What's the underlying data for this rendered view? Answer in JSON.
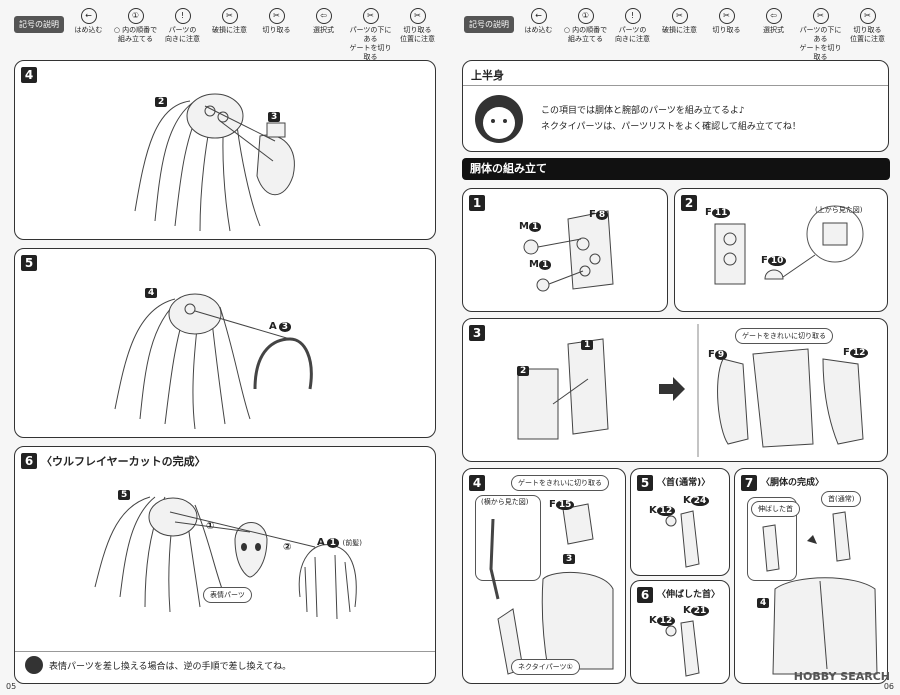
{
  "legend": {
    "tag": "記号の説明",
    "items": [
      {
        "icon": "←",
        "label": "はめ込む"
      },
      {
        "icon": "①",
        "label": "○ 内の順番で\n組み立てる"
      },
      {
        "icon": "!",
        "label": "パーツの\n向きに注意"
      },
      {
        "icon": "✂",
        "label": "破損に注意"
      },
      {
        "icon": "✂",
        "label": "切り取る"
      },
      {
        "icon": "⇦",
        "label": "選択式"
      },
      {
        "icon": "✂",
        "label": "パーツの下にある\nゲートを切り取る"
      },
      {
        "icon": "✂",
        "label": "切り取る\n位置に注意"
      }
    ]
  },
  "left": {
    "step4": {
      "num": "4",
      "callout_a": "2",
      "callout_b": "3"
    },
    "step5": {
      "num": "5",
      "callout_a": "4",
      "callout_b": "A",
      "callout_b_n": "3"
    },
    "step6": {
      "num": "6",
      "title": "〈ウルフレイヤーカットの完成〉",
      "callout": "5",
      "o1": "①",
      "o2": "②",
      "part": "A",
      "part_n": "1",
      "bangs": "(前髪)",
      "face": "表情パーツ",
      "note": "表情パーツを差し換える場合は、逆の手順で差し換えてね。"
    },
    "page_no": "05"
  },
  "right": {
    "intro": {
      "title": "上半身",
      "line1": "この項目では胴体と腕部のパーツを組み立てるよ♪",
      "line2": "ネクタイパーツは、パーツリストをよく確認して組み立ててね！"
    },
    "section": "胴体の組み立て",
    "s1": {
      "num": "1",
      "M1": "M",
      "M1n": "1",
      "F8": "F",
      "F8n": "8",
      "M2": "M",
      "M2n": "1"
    },
    "s2": {
      "num": "2",
      "F11": "F",
      "F11n": "11",
      "F10": "F",
      "F10n": "10",
      "view": "(上から見た図)"
    },
    "s3": {
      "num": "3",
      "c1": "1",
      "c2": "2",
      "gate": "ゲートをきれいに切り取る",
      "F9": "F",
      "F9n": "9",
      "F12": "F",
      "F12n": "12"
    },
    "s4": {
      "num": "4",
      "gate": "ゲートをきれいに切り取る",
      "side": "(横から見た図)",
      "F15": "F",
      "F15n": "15",
      "c3": "3",
      "tie": "ネクタイパーツ①"
    },
    "s5": {
      "num": "5",
      "title": "〈首(通常)〉",
      "K12": "K",
      "K12n": "12",
      "K24": "K",
      "K24n": "24"
    },
    "s6": {
      "num": "6",
      "title": "〈伸ばした首〉",
      "K12": "K",
      "K12n": "12",
      "K21": "K",
      "K21n": "21"
    },
    "s7": {
      "num": "7",
      "title": "〈胴体の完成〉",
      "stretched": "伸ばした首",
      "normal": "首(通常)",
      "c4": "4"
    },
    "page_no": "06",
    "watermark": "HOBBY SEARCH"
  }
}
